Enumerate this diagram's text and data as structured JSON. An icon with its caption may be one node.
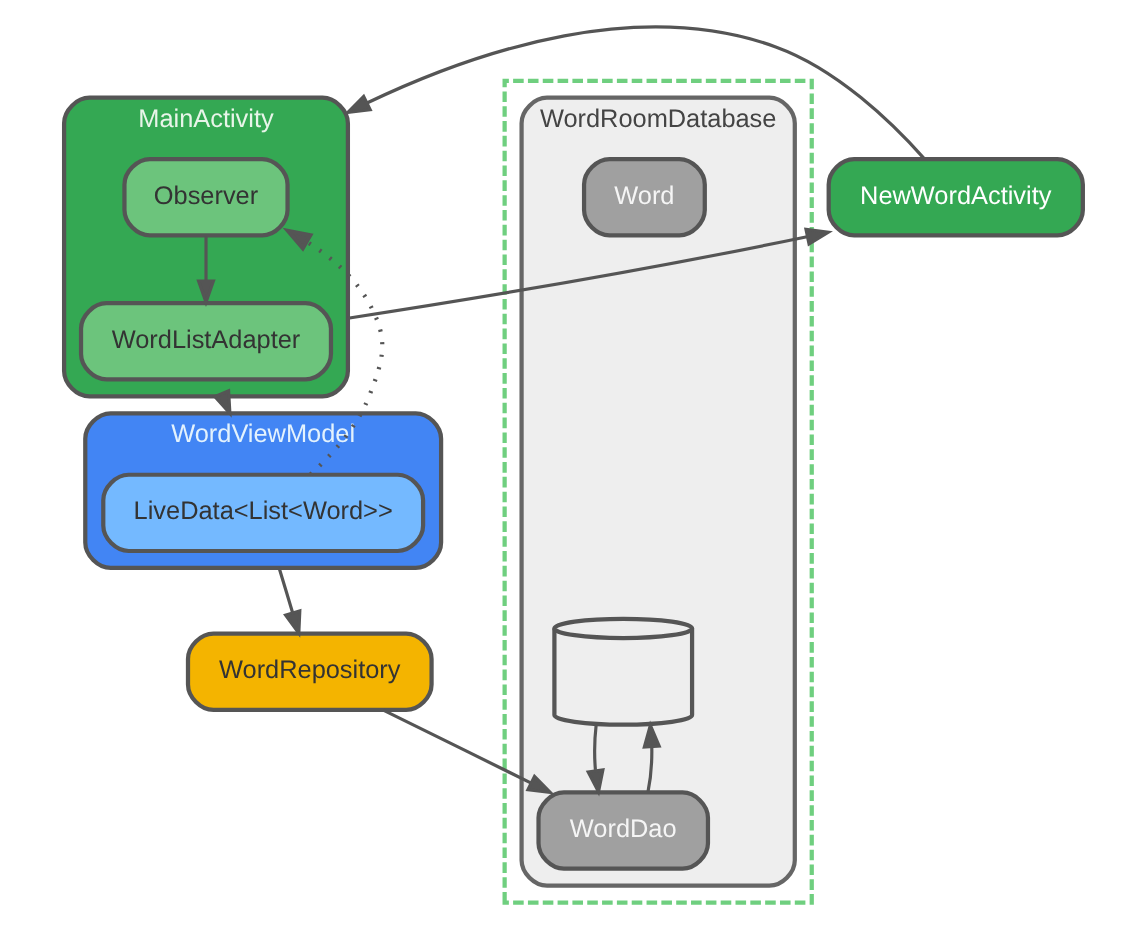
{
  "diagram": {
    "nodes": [
      {
        "text": [
          "MainActivity"
        ]
      },
      {
        "text": [
          "Observer"
        ],
        "in": 0
      },
      {
        "text": [
          "WordListAdapter"
        ],
        "in": 0
      },
      {
        "text": [
          "NewWordActivity"
        ]
      },
      {
        "text": [
          "WordViewModel"
        ]
      },
      {
        "text": [
          "LiveData<List<Word>>"
        ],
        "in": 4
      },
      {
        "text": [
          "WordRepository"
        ]
      },
      {
        "text": [],
        "shape": "box"
      },
      {
        "text": [
          "WordRoomDatabase"
        ],
        "in": 7
      },
      {
        "text": [
          "Word"
        ],
        "in": 8
      },
      {
        "text": [],
        "shape": "cylinder",
        "in": 8
      },
      {
        "text": [
          "WordDao"
        ],
        "in": 8
      }
    ],
    "edges": [
      {
        "from": 0,
        "to": 3,
        "arrow": "to"
      },
      {
        "from": 3,
        "to": 0,
        "arrow": "to"
      },
      {
        "from": 1,
        "to": 2,
        "arrow": "to"
      },
      {
        "from": 0,
        "to": 4,
        "arrow": "to"
      },
      {
        "from": 5,
        "to": 1,
        "arrow": "to",
        "style": "dashed"
      },
      {
        "from": 4,
        "to": 6,
        "arrow": "to"
      },
      {
        "from": 6,
        "to": 11,
        "arrow": "to"
      },
      {
        "from": 11,
        "to": 10,
        "arrow": "to"
      },
      {
        "from": 10,
        "to": 11,
        "arrow": "to"
      }
    ]
  }
}
